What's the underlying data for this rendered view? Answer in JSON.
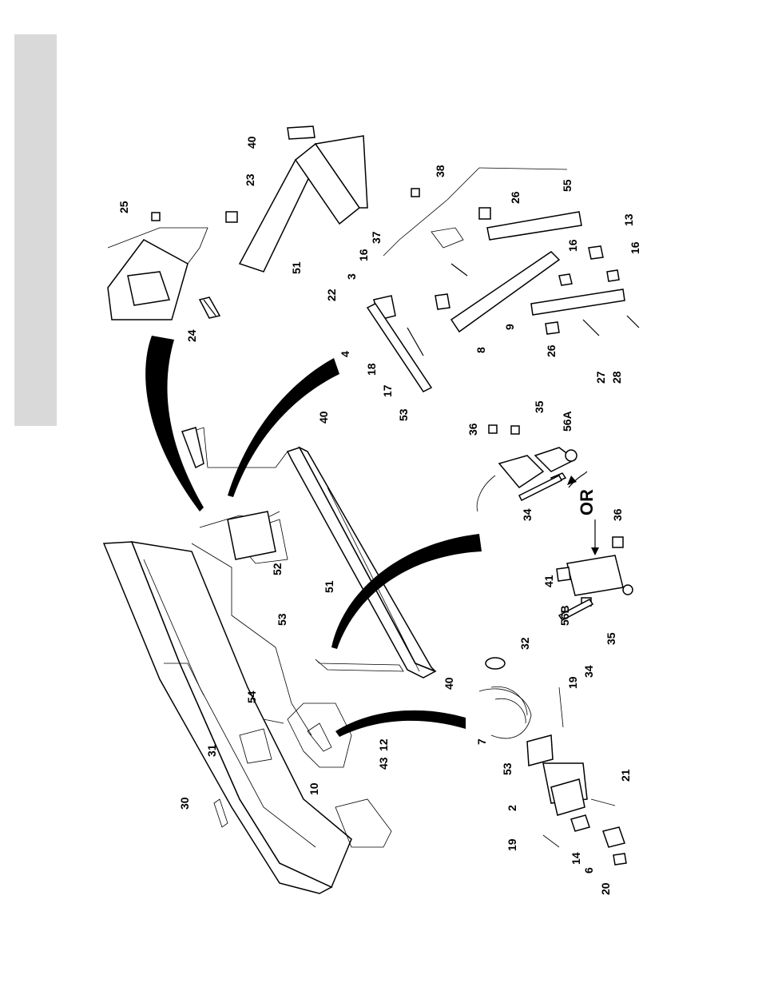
{
  "labels": {
    "l40a": "40",
    "l23": "23",
    "l25": "25",
    "l51a": "51",
    "l24": "24",
    "l38": "38",
    "l26a": "26",
    "l55": "55",
    "l37": "37",
    "l13": "13",
    "l16a": "16",
    "l16b": "16",
    "l16c": "16",
    "l22": "22",
    "l3": "3",
    "l4": "4",
    "l18": "18",
    "l17": "17",
    "l53a": "53",
    "l9": "9",
    "l8": "8",
    "l26b": "26",
    "l27": "27",
    "l28": "28",
    "l36a": "36",
    "l35a": "35",
    "l56a": "56A",
    "l34a": "34",
    "l or": "OR",
    "l36b": "36",
    "l41": "41",
    "l56b": "56B",
    "l35b": "35",
    "l34b": "34",
    "l40b": "40",
    "l52": "52",
    "l51b": "51",
    "l53b": "53",
    "l54": "54",
    "l31": "31",
    "l30": "30",
    "l10": "10",
    "l12": "12",
    "l43": "43",
    "l40c": "40",
    "l32": "32",
    "l19a": "19",
    "l7": "7",
    "l53c": "53",
    "l2": "2",
    "l21": "21",
    "l19b": "19",
    "l14": "14",
    "l6": "6",
    "l20": "20"
  }
}
